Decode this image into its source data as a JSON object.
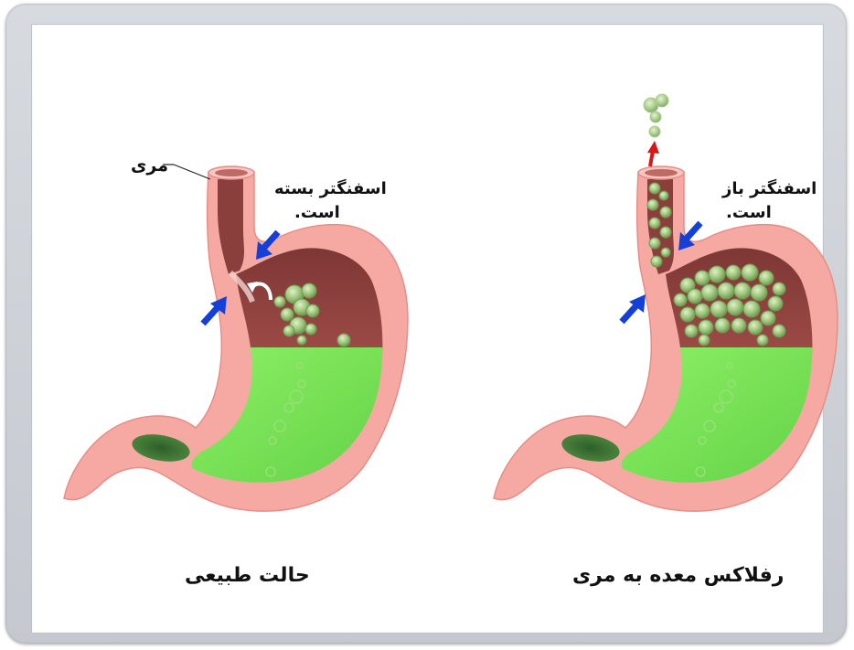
{
  "labels": {
    "esophagus": "مری",
    "sphincter_closed_line1": "اسفنگتر بسته",
    "sphincter_closed_line2": "است.",
    "sphincter_open_line1": "اسفنگتر باز",
    "sphincter_open_line2": "است."
  },
  "captions": {
    "normal": "حالت طبیعی",
    "reflux": "رفلاکس معده به مری"
  },
  "colors": {
    "stomach_wall": "#f6a9a3",
    "stomach_wall_dark": "#e98a86",
    "cavity_upper": "#8a3f3c",
    "gastric_fluid": "#7ddf55",
    "bubble": "#98c87a",
    "arrow_blue": "#1540d8",
    "arrow_red": "#d81818",
    "frame": "#c8ccd2"
  },
  "icons": {
    "sphincter_pointer": "blue-arrow-icon",
    "reflux_direction": "red-arrow-icon",
    "gas_bubbles": "bubble-cluster-icon"
  }
}
